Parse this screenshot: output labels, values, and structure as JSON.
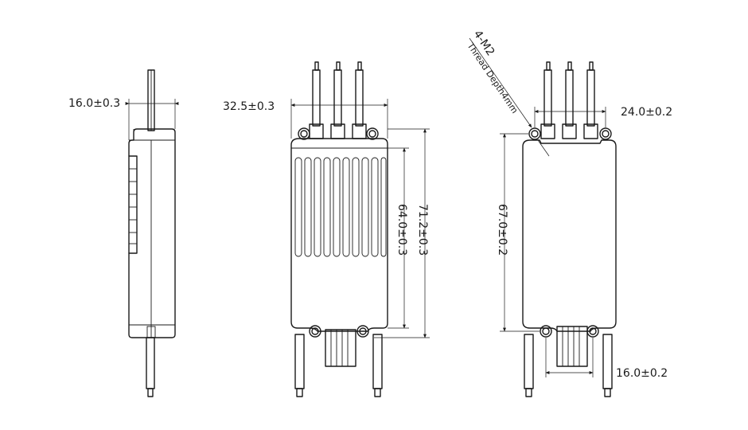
{
  "side_view": {
    "width_dim": "16.0±0.3"
  },
  "front_view": {
    "width_dim": "32.5±0.3",
    "body_height_dim": "64.0±0.3",
    "total_height_dim": "71.2±0.3"
  },
  "back_view": {
    "mount_spec": "4-M2",
    "thread_depth": "Thread Depth4mm",
    "width_dim": "24.0±0.2",
    "height_dim": "67.0±0.2",
    "hole_spacing_dim": "16.0±0.2"
  }
}
